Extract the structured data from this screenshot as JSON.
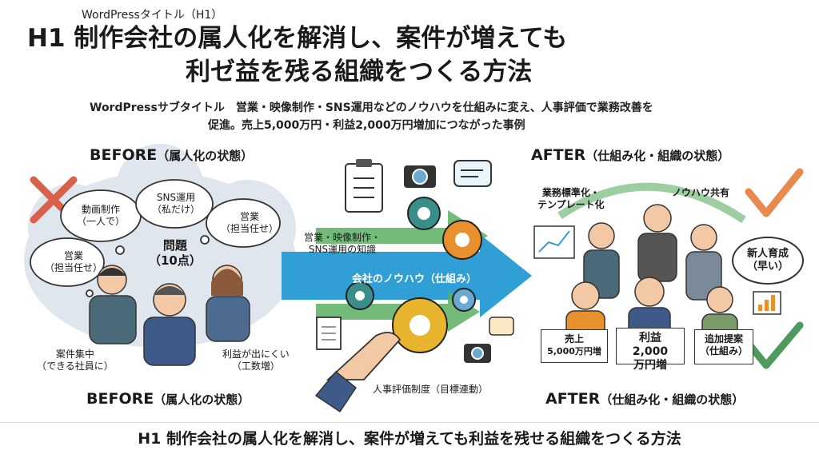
{
  "header": {
    "wp_title_label": "WordPressタイトル（H1）",
    "title_line1": "H1 制作会社の属人化を解消し、案件が増えても",
    "title_line2": "利ゼ益を残る組織をつくる方法",
    "subtitle_line1": "WordPressサブタイトル　営業・映像制作・SNS運用などのノウハウを仕組みに変え、人事評価で業務改善を",
    "subtitle_line2": "促進。売上5,000万円・利益2,000万円増加につながった事例"
  },
  "before": {
    "heading_top": "BEFORE",
    "heading_top_sub": "（属人化の状態）",
    "heading_bottom": "BEFORE",
    "heading_bottom_sub": "（属人化の状態）",
    "bubbles": [
      {
        "line1": "動画制作",
        "line2": "（一人で）"
      },
      {
        "line1": "SNS運用",
        "line2": "（私だけ）"
      },
      {
        "line1": "営業",
        "line2": "（担当任せ）"
      },
      {
        "line1": "営業",
        "line2": "（担当任せ）"
      }
    ],
    "problem_line1": "問題",
    "problem_line2": "（10点）",
    "note_left_line1": "案件集中",
    "note_left_line2": "（できる社員に）",
    "note_right_line1": "利益が出にくい",
    "note_right_line2": "（工数増）"
  },
  "middle": {
    "knowledge_line1": "営業・映像制作・",
    "knowledge_line2": "SNS運用の知識",
    "arrow_label": "会社のノウハウ（仕組み）",
    "hr_label": "人事評価制度（目標連動）"
  },
  "after": {
    "heading_top": "AFTER",
    "heading_top_sub": "（仕組み化・組織の状態）",
    "heading_bottom": "AFTER",
    "heading_bottom_sub": "（仕組み化・組織の状態）",
    "label_std_line1": "業務標準化・",
    "label_std_line2": "テンプレート化",
    "label_share": "ノウハウ共有",
    "label_training_line1": "新人育成",
    "label_training_line2": "（早い）",
    "sign_sales_line1": "売上",
    "sign_sales_line2": "5,000万円増",
    "sign_profit_line1": "利益2,000",
    "sign_profit_line2": "万円増",
    "sign_proposal_line1": "追加提案",
    "sign_proposal_line2": "（仕組み）"
  },
  "footer": {
    "text": "H1 制作会社の属人化を解消し、案件が増えても利益を残せる組織をつくる方法"
  },
  "colors": {
    "arrow_blue": "#2f9fd6",
    "arrow_green": "#5cae62",
    "gear_orange": "#e8902e",
    "gear_teal": "#3a8e8a",
    "cross_red": "#d9614c",
    "check_orange": "#e8894f",
    "check_green": "#4f9a5e",
    "cloud_bg": "#dfe6ee"
  }
}
